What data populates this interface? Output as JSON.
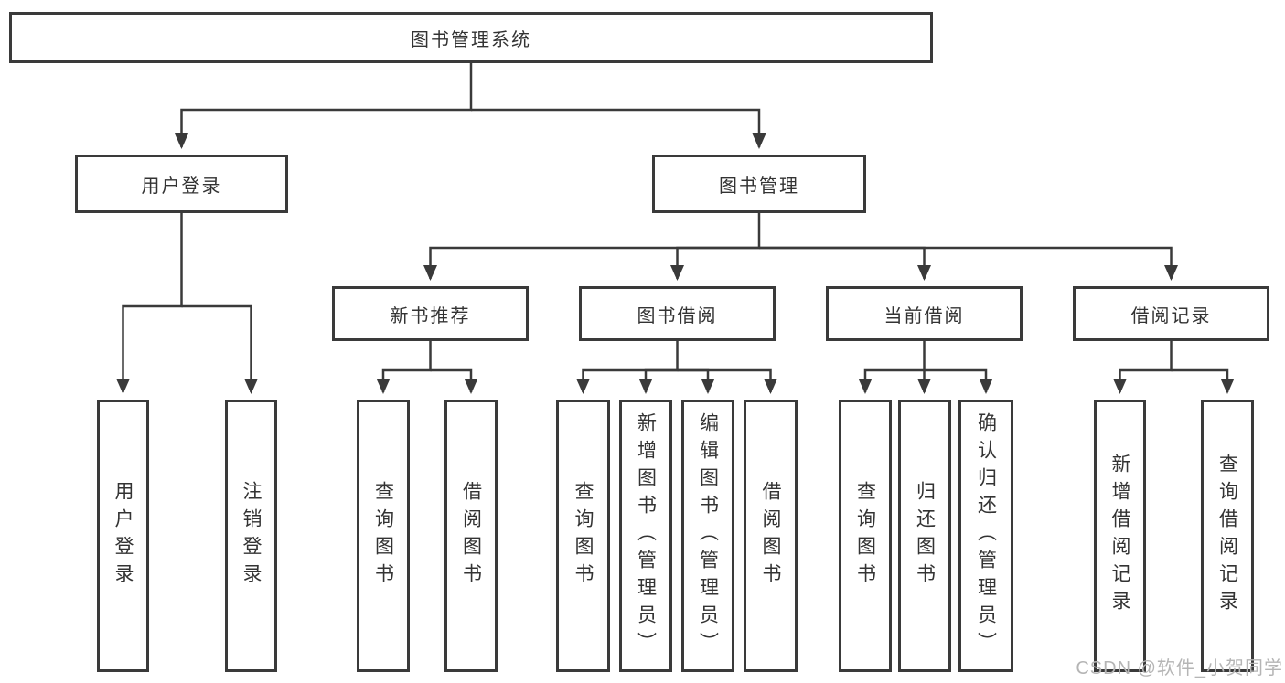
{
  "nodes": {
    "root": "图书管理系统",
    "level2": [
      "用户登录",
      "图书管理"
    ],
    "level3": [
      "新书推荐",
      "图书借阅",
      "当前借阅",
      "借阅记录"
    ],
    "leaves": {
      "userLogin": [
        "用户登录",
        "注销登录"
      ],
      "newBooks": [
        "查询图书",
        "借阅图书"
      ],
      "bookBorrow": [
        "查询图书",
        "新增图书（管理员）",
        "编辑图书（管理员）",
        "借阅图书"
      ],
      "currentBorrow": [
        "查询图书",
        "归还图书",
        "确认归还（管理员）"
      ],
      "borrowRecords": [
        "新增借阅记录",
        "查询借阅记录"
      ]
    }
  },
  "colors": {
    "line": "#3a3a3a",
    "text": "#333333",
    "watermark": "#b5b5b5"
  },
  "watermark": "CSDN @软件_小贺同学"
}
